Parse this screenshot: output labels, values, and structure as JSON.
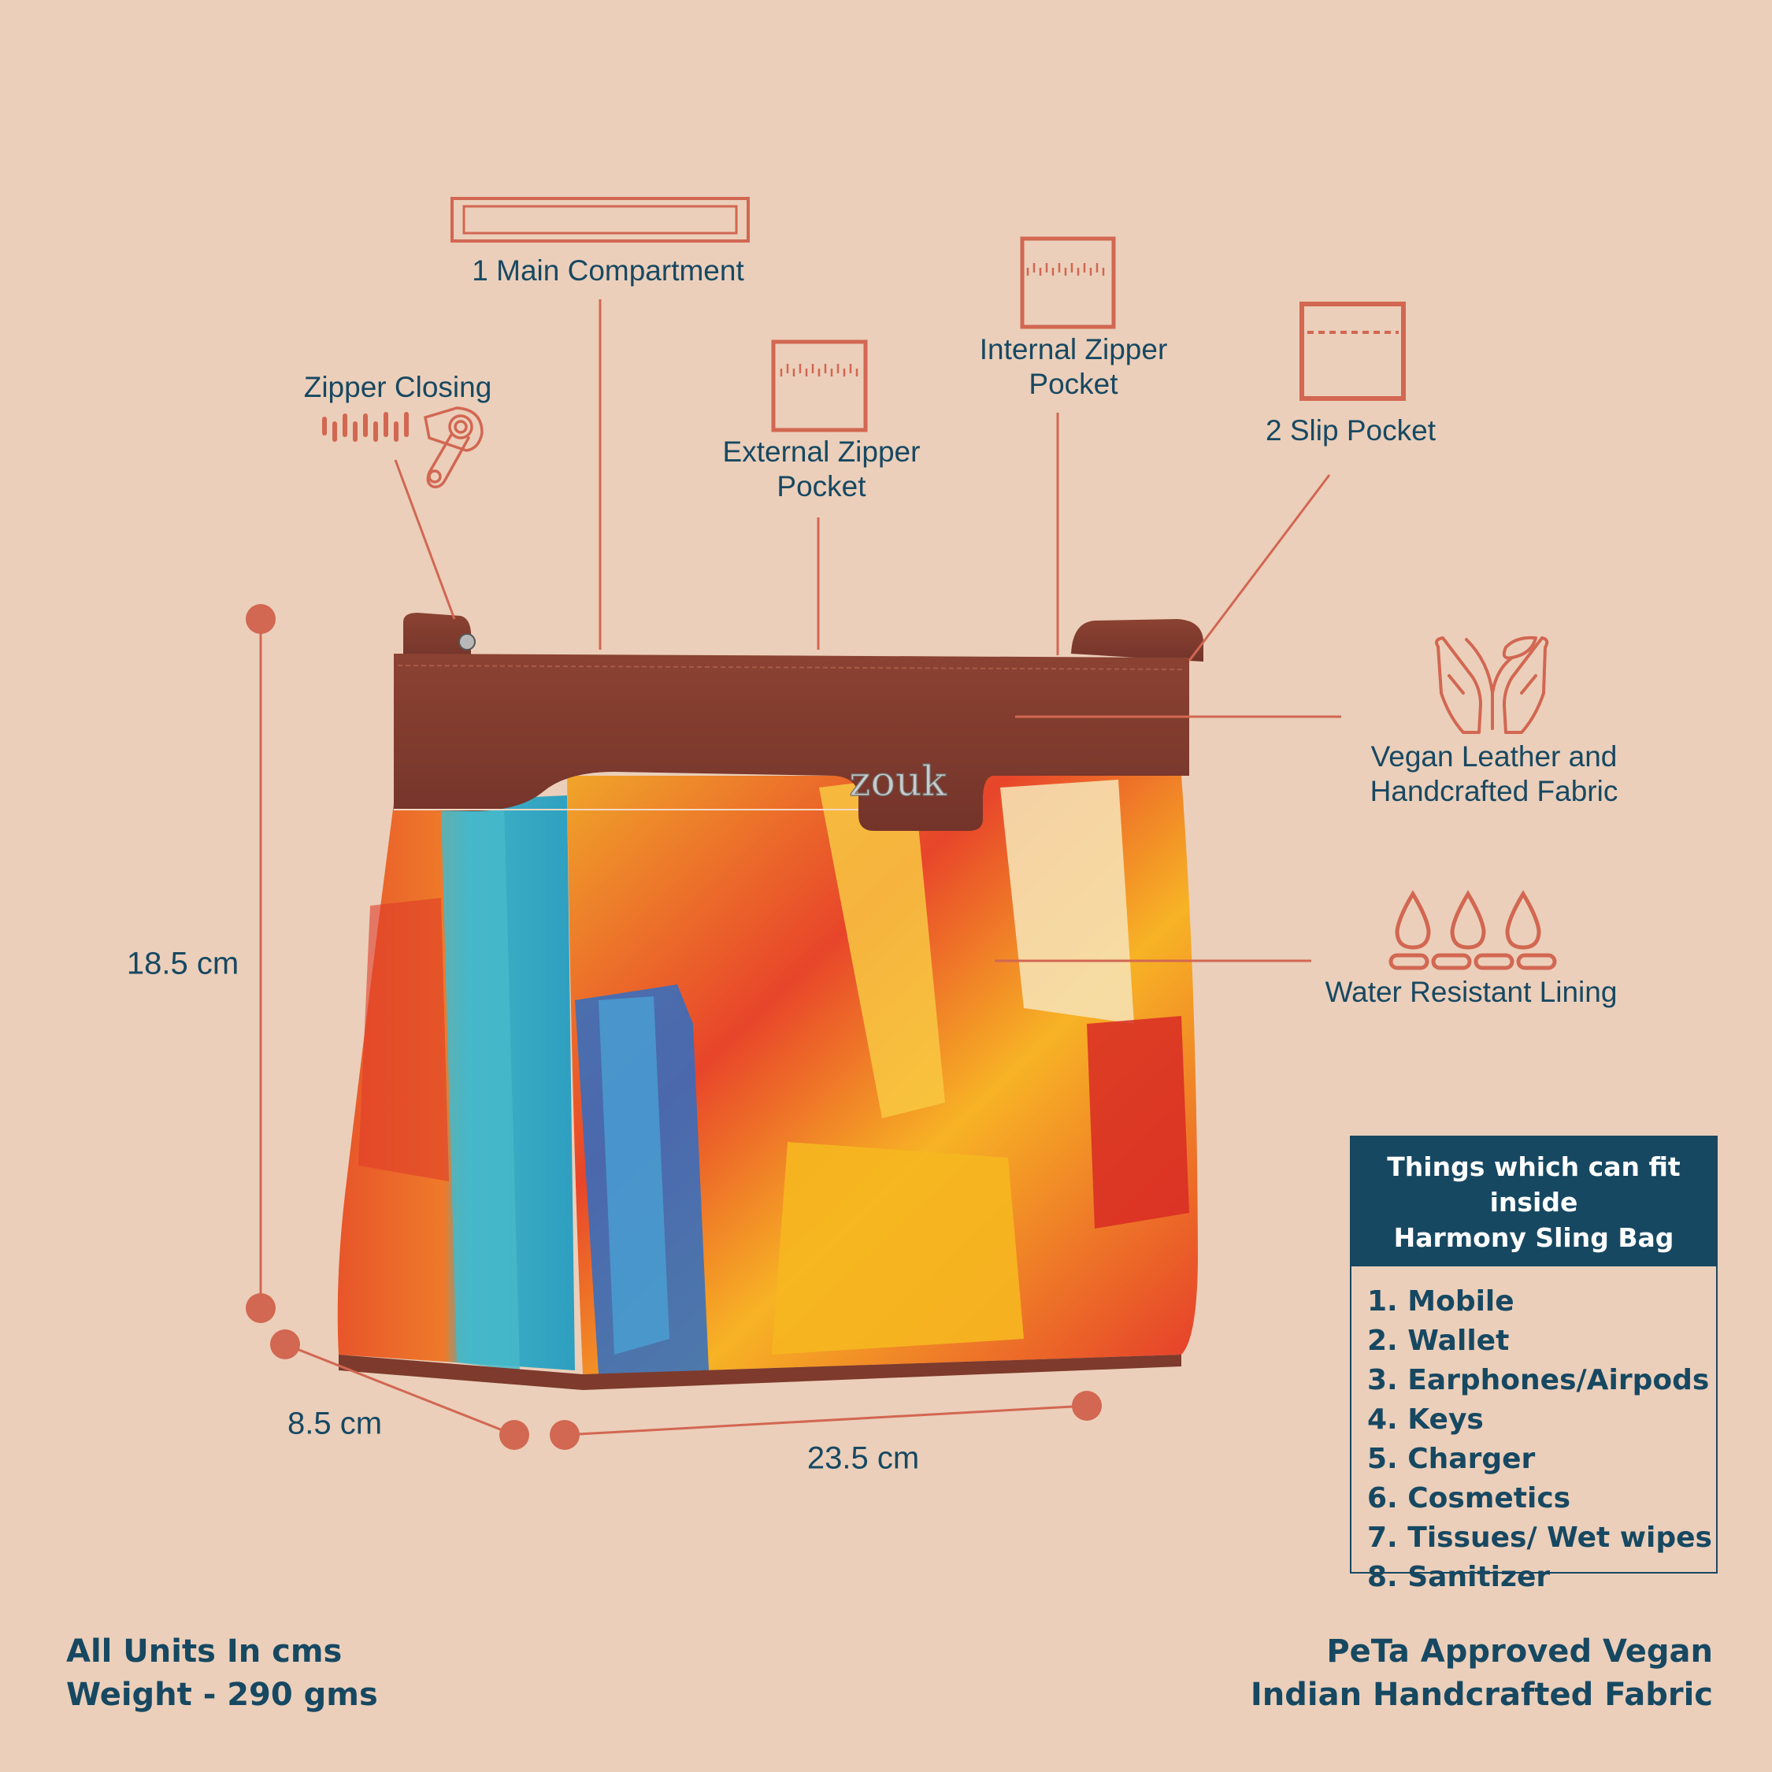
{
  "colors": {
    "background": "#EBCFBA",
    "accent": "#D26752",
    "navy": "#174862",
    "leather": "#7E3A2C"
  },
  "product": {
    "brand_logo": "zouk",
    "name": "Harmony Sling Bag"
  },
  "features": {
    "main_compartment": {
      "label": "1 Main Compartment",
      "icon": "compartment-icon"
    },
    "zipper_closing": {
      "label": "Zipper Closing",
      "icon": "zipper-pull-icon"
    },
    "external_zipper_pocket": {
      "line1": "External Zipper",
      "line2": "Pocket",
      "icon": "zipper-pocket-icon"
    },
    "internal_zipper_pocket": {
      "line1": "Internal Zipper",
      "line2": "Pocket",
      "icon": "zipper-pocket-icon"
    },
    "slip_pocket": {
      "label": "2 Slip Pocket",
      "icon": "slip-pocket-icon"
    },
    "vegan_leather": {
      "line1": "Vegan Leather and",
      "line2": "Handcrafted Fabric",
      "icon": "hands-leaf-icon"
    },
    "water_resistant": {
      "label": "Water Resistant Lining",
      "icon": "water-drops-icon"
    }
  },
  "dimensions": {
    "height": "18.5 cm",
    "depth": "8.5 cm",
    "width": "23.5 cm"
  },
  "fit_box": {
    "title_line1": "Things which can fit inside",
    "title_line2": "Harmony Sling Bag",
    "items": [
      "1. Mobile",
      "2. Wallet",
      "3. Earphones/Airpods",
      "4. Keys",
      "5. Charger",
      "6. Cosmetics",
      "7. Tissues/ Wet wipes",
      "8. Sanitizer"
    ]
  },
  "footer": {
    "left_line1": "All Units In cms",
    "left_line2": "Weight - 290 gms",
    "right_line1": "PeTa Approved Vegan",
    "right_line2": "Indian Handcrafted Fabric"
  }
}
